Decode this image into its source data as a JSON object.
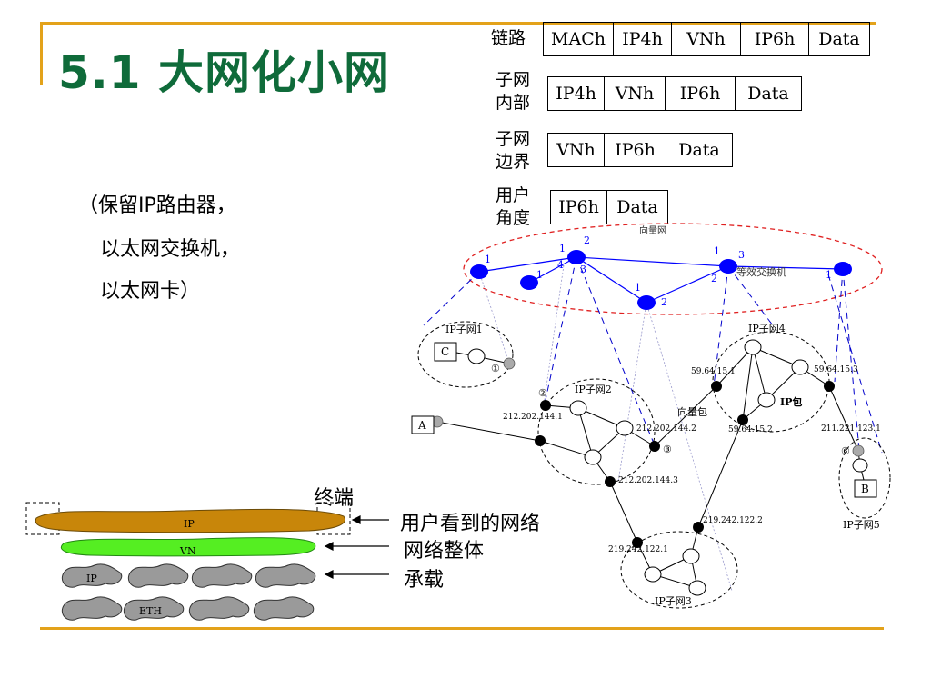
{
  "slide": {
    "title": "5.1 大网化小网",
    "note_lines": [
      "（保留IP路由器，",
      "以太网交换机，",
      "以太网卡）"
    ]
  },
  "headers": [
    {
      "label": "链路",
      "fields": [
        "MACh",
        "IP4h",
        "VNh",
        "IP6h",
        "Data"
      ]
    },
    {
      "label": "子网\n内部",
      "fields": [
        "IP4h",
        "VNh",
        "IP6h",
        "Data"
      ]
    },
    {
      "label": "子网\n边界",
      "fields": [
        "VNh",
        "IP6h",
        "Data"
      ]
    },
    {
      "label": "用户\n角度",
      "fields": [
        "IP6h",
        "Data"
      ]
    }
  ],
  "diagram": {
    "vector_net_label": "向量网",
    "equivalent_switch_label": "等效交换机",
    "vector_packet_label": "向量包",
    "ip_packet_label": "IP包",
    "subnets": {
      "s1": "IP子网1",
      "s2": "IP子网2",
      "s3": "IP子网3",
      "s4": "IP子网4",
      "s5": "IP子网5"
    },
    "hosts": {
      "a": "A",
      "b": "B",
      "c": "C"
    },
    "addresses": {
      "a212_1": "212.202.144.1",
      "a212_2": "212.202.144.2",
      "a212_3": "212.202.144.3",
      "a59_1": "59.64.15.1",
      "a59_2": "59.64.15.2",
      "a59_3": "59.64.15.3",
      "a211_1": "211.221.123.1",
      "a219_1": "219.242.122.1",
      "a219_2": "219.242.122.2"
    },
    "circled": {
      "c1": "①",
      "c2": "②",
      "c3": "③",
      "c6": "⑥"
    },
    "port_numbers": {
      "p1": "1",
      "p2": "2",
      "p3": "1",
      "p4": "4",
      "p5": "3",
      "p6": "1",
      "p7": "1",
      "p8": "2",
      "p9": "1",
      "p10": "3",
      "p11": "2",
      "p12": "1"
    }
  },
  "layers": {
    "terminal_label": "终端",
    "ip_top_label": "IP",
    "vn_label": "VN",
    "ip_blob_label": "IP",
    "eth_label": "ETH",
    "user_view_label": "用户看到的网络",
    "whole_label": "网络整体",
    "bearer_label": "承载"
  },
  "colors": {
    "title_green": "#0f6b3a",
    "rule_orange": "#e3a21a",
    "switch_blue": "#0000ff",
    "ring_red": "#e02020",
    "ip_brown": "#c8860a",
    "vn_green": "#55ee22",
    "blob_gray": "#9a9a9a"
  }
}
